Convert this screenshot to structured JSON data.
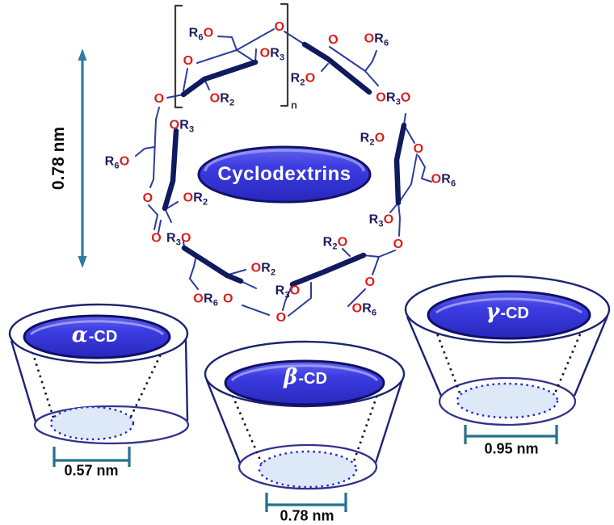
{
  "center_oval": {
    "label": "Cyclodextrins",
    "fill": "#3a3ae0",
    "border": "#12126b",
    "text_color": "#ffffff"
  },
  "height_arrow": {
    "label": "0.78 nm",
    "color": "#2b7da3"
  },
  "bracket": {
    "subscript": "n"
  },
  "colors": {
    "bond_thin": "#2c3c9c",
    "bond_thick": "#101a5e",
    "oxygen_red": "#de1a1a",
    "substituent_navy": "#1b1b5e",
    "measure_teal": "#23718e",
    "cavity_fill": "#dde9f7",
    "cavity_dot_blue": "#2525d5"
  },
  "ring_labels": {
    "l1": {
      "a": "R",
      "as": "6",
      "b": "O"
    },
    "l2": {
      "a": "O"
    },
    "l3": {
      "a": "O",
      "b": "R",
      "bs": "3"
    },
    "l4": {
      "a": "O",
      "b": "R",
      "bs": "2"
    },
    "l5": {
      "a": "O"
    },
    "l6": {
      "a": "R",
      "as": "2",
      "b": "O"
    },
    "l7": {
      "a": "O"
    },
    "l8": {
      "a": "O",
      "b": "R",
      "bs": "6"
    },
    "l9": {
      "a": "O",
      "b": "R",
      "bs": "3",
      "c": "O"
    },
    "l10": {
      "a": "R",
      "as": "2",
      "b": "O"
    },
    "l11": {
      "a": "O"
    },
    "l12": {
      "a": "O",
      "b": "R",
      "bs": "6"
    },
    "l13": {
      "a": "R",
      "as": "3",
      "b": "O"
    },
    "l14": {
      "a": "R",
      "as": "2",
      "b": "O"
    },
    "l15": {
      "a": "O"
    },
    "l16": {
      "a": "O"
    },
    "l17": {
      "a": "R",
      "as": "3",
      "b": "O"
    },
    "l18": {
      "a": "O",
      "b": "R",
      "bs": "6"
    },
    "l19": {
      "a": "O"
    },
    "l20": {
      "a": "O",
      "b": "R",
      "bs": "3",
      "c": "O"
    },
    "l21": {
      "a": "O",
      "b": "R",
      "bs": "2"
    },
    "l22": {
      "a": "O",
      "b": "R",
      "bs": "6",
      "c": "O"
    },
    "l23": {
      "a": "O",
      "b": "R",
      "bs": "3"
    },
    "l24": {
      "a": "R",
      "as": "6",
      "b": "O"
    },
    "l25": {
      "a": "O"
    },
    "l26": {
      "a": "O",
      "b": "R",
      "bs": "2"
    },
    "l27": {
      "a": "O"
    }
  },
  "cones": [
    {
      "greek": "α",
      "suffix": "-CD",
      "width": "0.57 nm"
    },
    {
      "greek": "β",
      "suffix": "-CD",
      "width": "0.78 nm"
    },
    {
      "greek": "γ",
      "suffix": "-CD",
      "width": "0.95 nm"
    }
  ]
}
